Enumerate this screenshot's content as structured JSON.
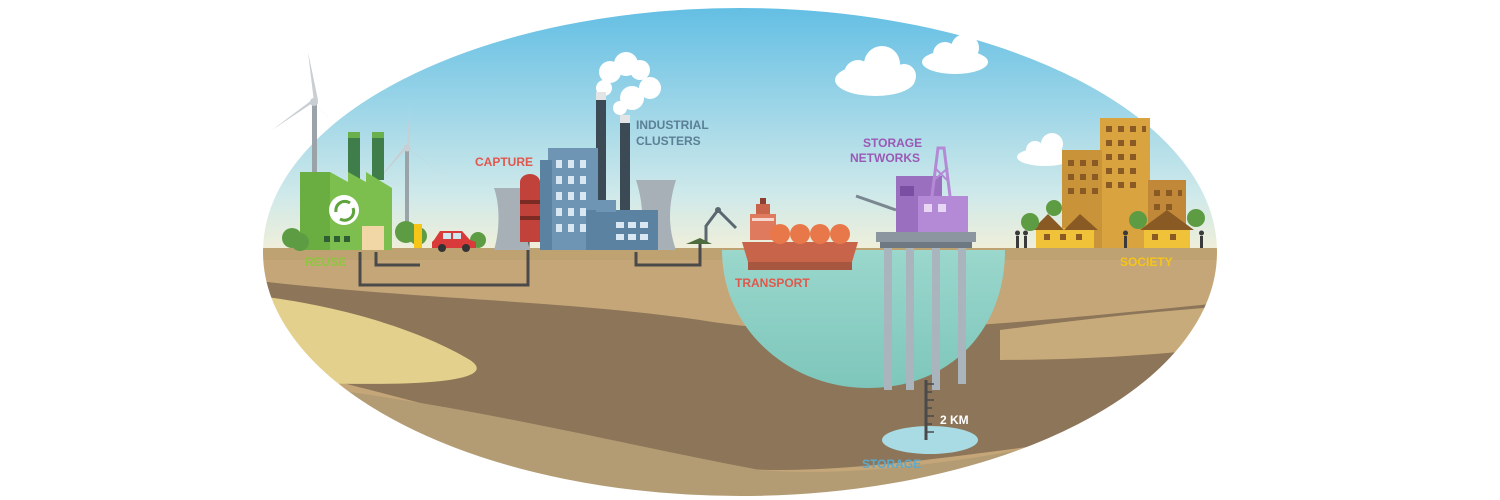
{
  "labels": {
    "reuse": "REUSE",
    "capture": "CAPTURE",
    "industrial_line1": "INDUSTRIAL",
    "industrial_line2": "CLUSTERS",
    "storage_networks_line1": "STORAGE",
    "storage_networks_line2": "NETWORKS",
    "transport": "TRANSPORT",
    "society": "SOCIETY",
    "depth": "2 KM",
    "storage": "STORAGE"
  },
  "colors": {
    "reuse": "#8dc63f",
    "capture": "#e2574c",
    "industrial": "#5b7f95",
    "storage_networks": "#9b59b6",
    "transport": "#e2574c",
    "society": "#f5c518",
    "depth": "#ffffff",
    "storage": "#5fa8c8",
    "sky_top": "#6cc4e6",
    "sky_bottom": "#f4f0d8",
    "ground_surface": "#c4a776",
    "ground_dark": "#8c7558",
    "ground_light": "#e0cf8a",
    "sea": "#8fcfc4"
  },
  "icons": [
    "wind-turbine-icon",
    "recycling-icon",
    "car-icon",
    "factory-icon",
    "cooling-tower-icon",
    "ship-icon",
    "oil-rig-icon",
    "building-icon",
    "house-icon",
    "tree-icon",
    "cloud-icon",
    "person-icon"
  ]
}
